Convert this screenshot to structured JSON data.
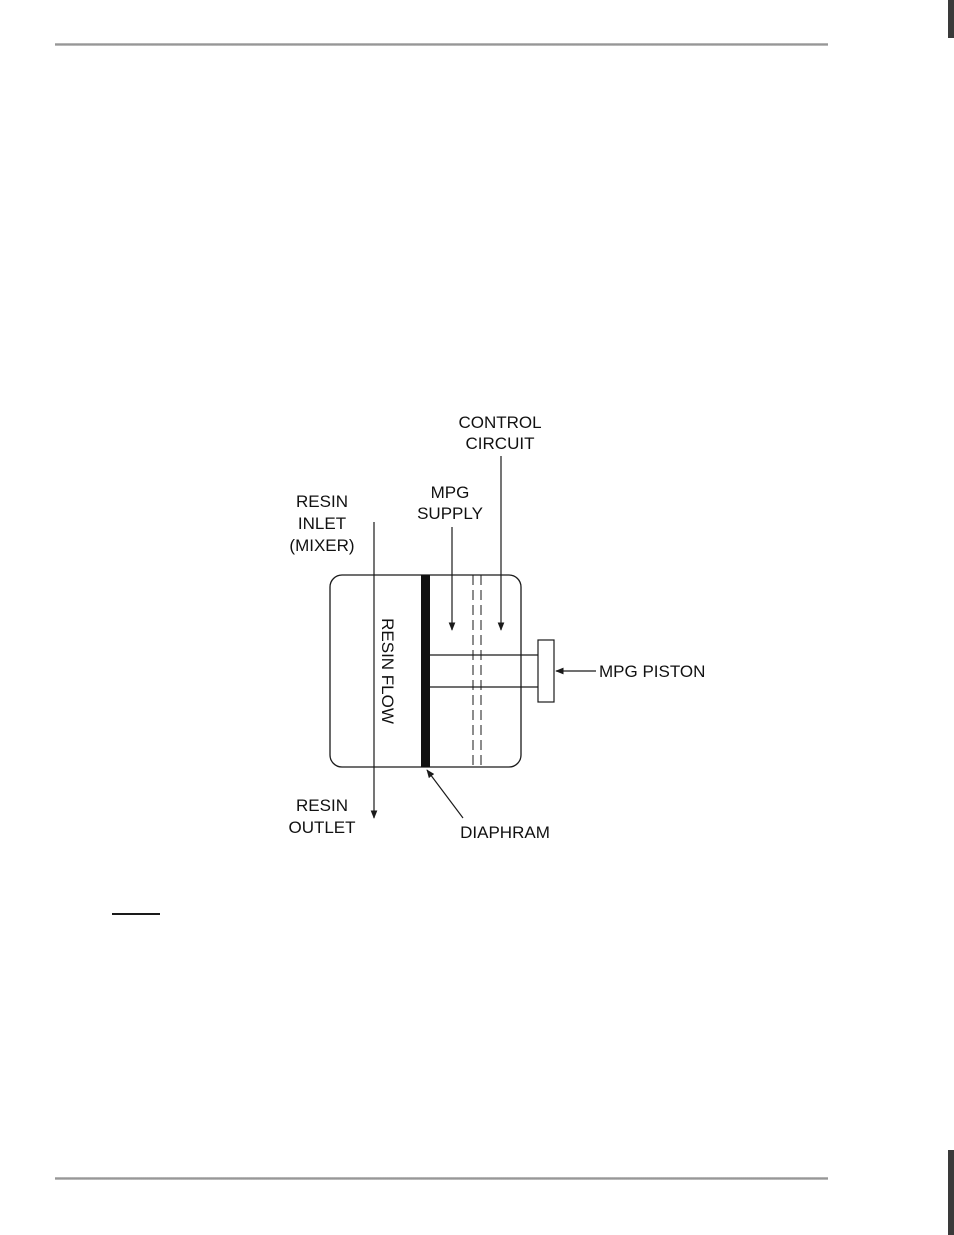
{
  "diagram": {
    "labels": {
      "control_circuit_1": "CONTROL",
      "control_circuit_2": "CIRCUIT",
      "mpg_supply_1": "MPG",
      "mpg_supply_2": "SUPPLY",
      "resin_inlet_1": "RESIN",
      "resin_inlet_2": "INLET",
      "resin_inlet_3": "(MIXER)",
      "resin_flow": "RESIN FLOW",
      "mpg_piston": "MPG PISTON",
      "resin_outlet_1": "RESIN",
      "resin_outlet_2": "OUTLET",
      "diaphram": "DIAPHRAM"
    }
  },
  "colors": {
    "line": "#1a1a1a",
    "rule": "#9a9a9a",
    "page_shadow": "#3a3a3a"
  }
}
